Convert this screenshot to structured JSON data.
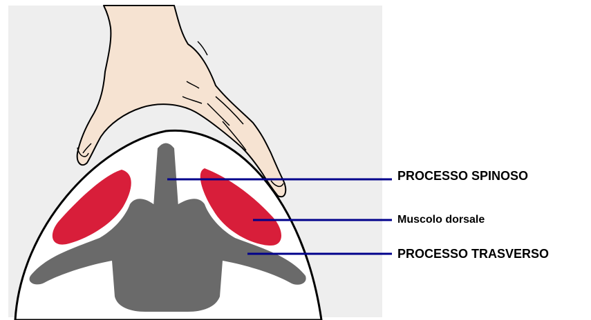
{
  "labels": {
    "spinous_process": "PROCESSO SPINOSO",
    "dorsal_muscle": "Muscolo dorsale",
    "transverse_process": "PROCESSO TRASVERSO"
  },
  "colors": {
    "background_panel": "#eeeeee",
    "bone": "#6a6a6a",
    "muscle": "#d81e3a",
    "skin_fill": "#f6e3d2",
    "outline": "#000000",
    "leader_line": "#00008b"
  }
}
